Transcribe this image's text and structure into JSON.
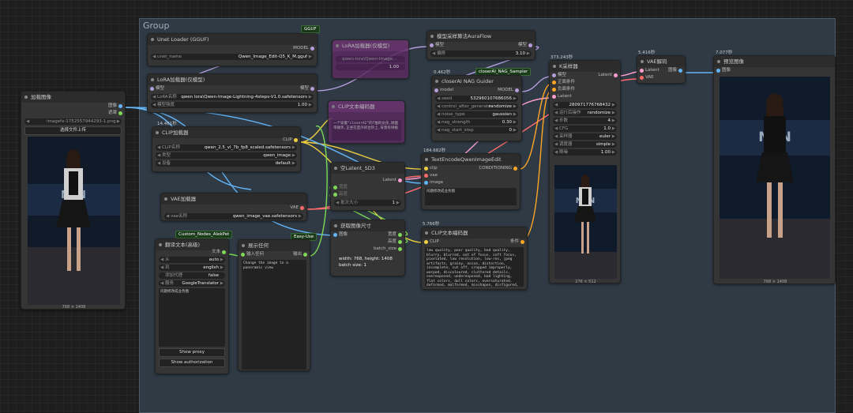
{
  "colors": {
    "clip": "#f0d040",
    "model": "#b39ddb",
    "vae": "#ff6b6b",
    "latent": "#ff9fd0",
    "image": "#64b5f6",
    "cond": "#ffa726",
    "string": "#7ed957"
  },
  "group": {
    "title": "Group"
  },
  "tags": {
    "gguf": "GGUF",
    "sampler": "closerAI_NAG_Sampler",
    "custom": "Custom_Nodes_AlekPet",
    "easy": "Easy-Use"
  },
  "load_image": {
    "title": "加载图像",
    "out_image": "图像",
    "out_mask": "遮罩",
    "file": "imagefx-1752557944293-1.png",
    "upload": "选择文件上传",
    "caption": "768 × 1408"
  },
  "unet": {
    "title": "Unet Loader (GGUF)",
    "out": "MODEL",
    "label": "unet_name",
    "value": "Qwen_Image_Edit-Q5_K_M.gguf"
  },
  "lora": {
    "title": "LoRA加载器(仅模型)",
    "in": "模型",
    "out": "模型",
    "lora_label": "LoRA名称",
    "lora_value": "qwen lora\\Qwen-Image-Lightning-4steps-V1.0.safetensors",
    "strength_label": "模型强度",
    "strength_value": "1.00"
  },
  "lora_bypass": {
    "title": "LoRA加载器(仅模型)",
    "w1": "qwen-lora\\Qwen-Image...",
    "w2": "1.00"
  },
  "clip_loader": {
    "time": "14.461秒",
    "title": "CLIP加载器",
    "out": "CLIP",
    "name_label": "CLIP名称",
    "name_value": "qwen_2.5_vl_7b_fp8_scaled.safetensors",
    "type_label": "类型",
    "type_value": "qwen_image",
    "device_label": "设备",
    "device_value": "default"
  },
  "clip_bypass": {
    "title": "CLIP文本编码器",
    "text": "一个穿着“closerAI”的T恤的女孩,她面带微笑,正坐在室外的台阶上,背景有绿植"
  },
  "vae_loader": {
    "title": "VAE加载器",
    "out": "VAE",
    "label": "vae名称",
    "value": "qwen_image_vae.safetensors"
  },
  "aura": {
    "title": "模型采样算法AuraFlow",
    "in": "模型",
    "out": "模型",
    "shift_label": "偏移",
    "shift_value": "3.10"
  },
  "nag": {
    "time": "0.462秒",
    "title": "closerAI NAG Guider",
    "in": "model",
    "out": "MODEL",
    "rows": [
      [
        "seed",
        "532960107686056"
      ],
      [
        "control_after_generate",
        "randomize"
      ],
      [
        "noise_type",
        "gaussian"
      ],
      [
        "nag_strength",
        "0.30"
      ],
      [
        "nag_start_step",
        "0"
      ]
    ]
  },
  "empty_latent": {
    "title": "空Latent_SD3",
    "out": "Latent",
    "w_label": "宽度",
    "h_label": "高度",
    "b_label": "批次大小",
    "b_value": "1"
  },
  "text_encode": {
    "time": "184.682秒",
    "title": "TextEncodeQwenImageEdit",
    "in_clip": "clip",
    "in_vae": "vae",
    "in_image": "image",
    "out": "CONDITIONING",
    "prompt": "问题修改成业务图"
  },
  "ksampler": {
    "time": "373.243秒",
    "title": "K采样器",
    "in": [
      "模型",
      "正面条件",
      "负面条件",
      "Latent"
    ],
    "out": "Latent",
    "rows": [
      [
        "种子",
        "280971776768432"
      ],
      [
        "运行后操作",
        "randomize"
      ],
      [
        "步数",
        "4"
      ],
      [
        "CFG",
        "1.0"
      ],
      [
        "采样器",
        "euler"
      ],
      [
        "调度器",
        "simple"
      ],
      [
        "降噪",
        "1.00"
      ]
    ],
    "caption": "276 × 512"
  },
  "vae_decode": {
    "time": "5.416秒",
    "title": "VAE解码",
    "in_latent": "Latent",
    "in_vae": "VAE",
    "out": "图像"
  },
  "preview": {
    "time": "7.077秒",
    "title": "预览图像",
    "in": "图像",
    "caption": "768 × 1408"
  },
  "translate": {
    "title": "翻译文本(高级)",
    "out": "文本",
    "rows": [
      [
        "从",
        "auto"
      ],
      [
        "到",
        "english"
      ],
      [
        "添加代理",
        "false"
      ],
      [
        "服务",
        "GoogleTranslator"
      ]
    ],
    "text": "问题修改成业务图",
    "proxy": "Show proxy",
    "auth": "Show authorization"
  },
  "show_text": {
    "title": "展示任何",
    "in": "输入任何",
    "out": "输出",
    "text": "Change the image to a panoramic view"
  },
  "get_size": {
    "title": "获取图像尺寸",
    "in": "图像",
    "out_w": "宽度",
    "out_h": "高度",
    "out_b": "batch_size",
    "info1": "width: 768, height: 1408",
    "info2": "batch size: 1"
  },
  "neg": {
    "time": "5.766秒",
    "title": "CLIP文本编码器",
    "in": "CLIP",
    "out": "条件",
    "text": "low quality, poor quality, bad quality, blurry, blurred, out of focus, soft focus, pixelated, low resolution, low-res, jpeg artifacts, grainy, noise, distortion, incomplete, cut off, cropped improperly, warped, discoloured, cluttered details, overexposed, underexposed, bad lighting, flat colors, dull colors, oversaturated, deformed, malformed, misshapen, disfigured, mutilated, unnatural, awkward pose"
  }
}
